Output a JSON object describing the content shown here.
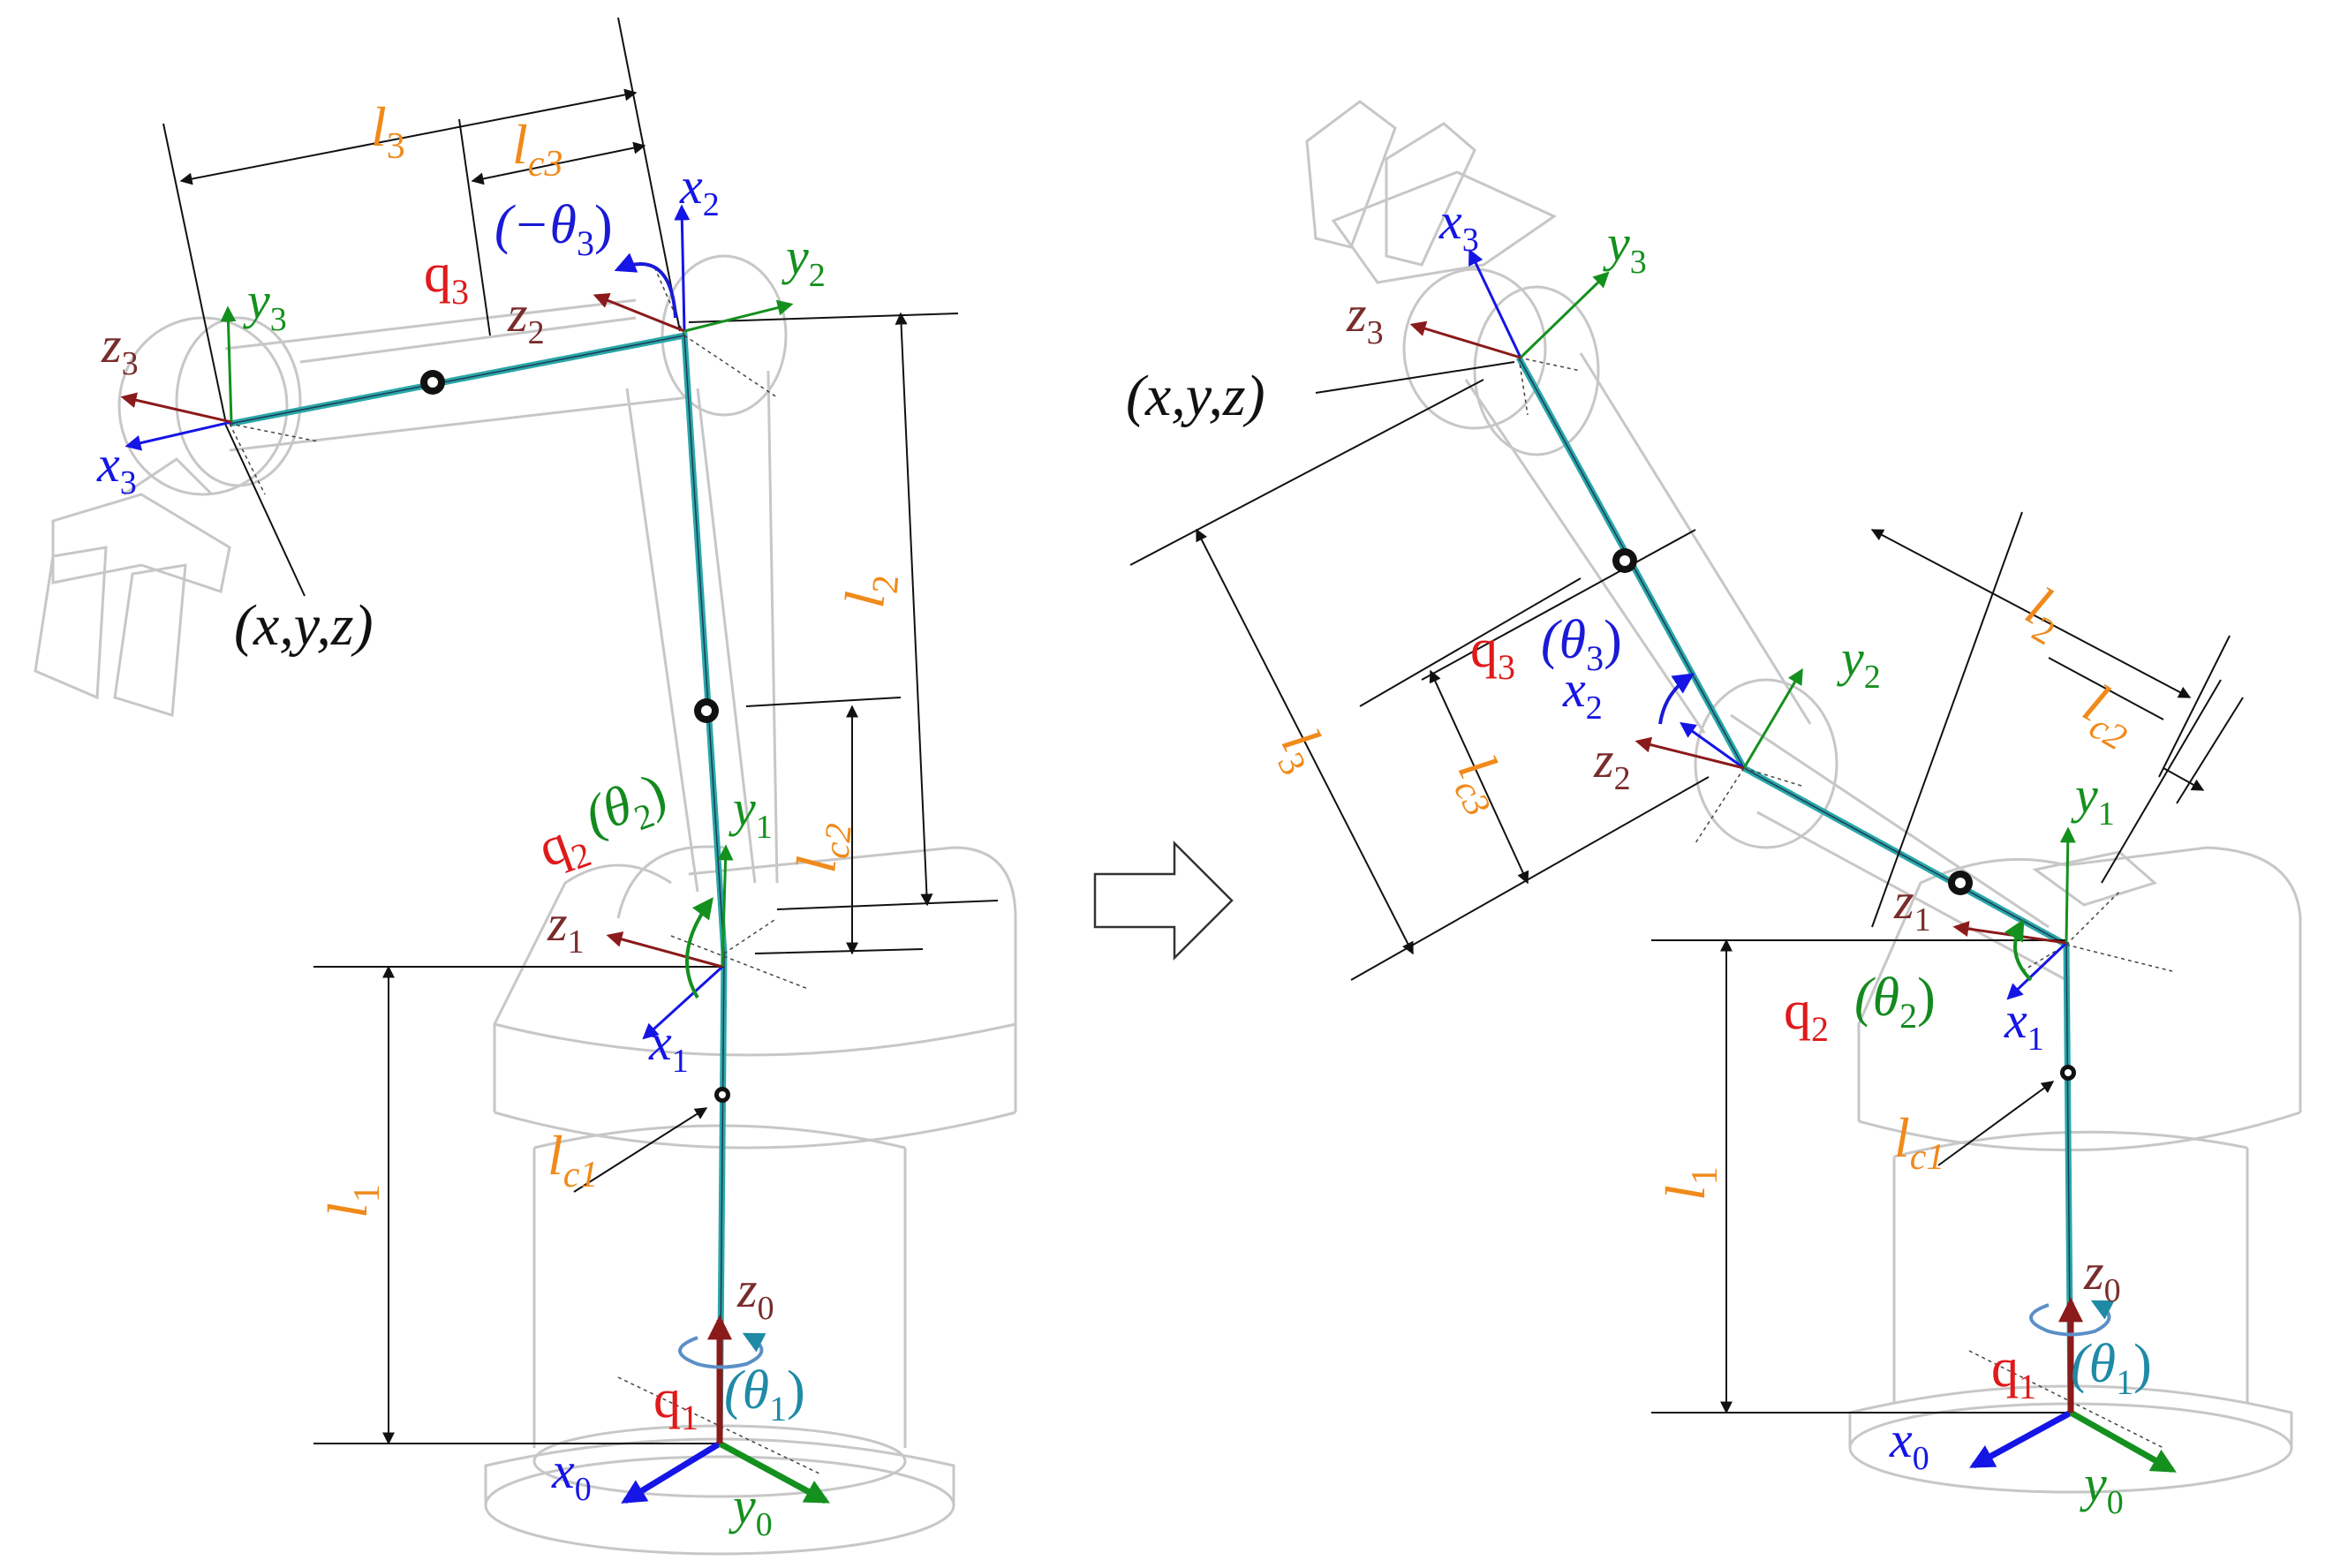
{
  "colors": {
    "x_axis": "#1515e6",
    "y_axis": "#14901e",
    "z_axis": "#8b1a1a",
    "z_label": "#7a2c2c",
    "q_label": "#e01a1a",
    "theta1": "#1f8aa6",
    "theta3": "#1a1ad6",
    "theta2": "#148a1e",
    "length_label": "#f08a1a",
    "link": "#2aa7a7",
    "ghost": "#c7c7c7",
    "dim": "#111111"
  },
  "left_robot": {
    "frames": {
      "x0": [
        "x",
        "0"
      ],
      "y0": [
        "y",
        "0"
      ],
      "z0": [
        "z",
        "0"
      ],
      "x1": [
        "x",
        "1"
      ],
      "y1": [
        "y",
        "1"
      ],
      "z1": [
        "z",
        "1"
      ],
      "x2": [
        "x",
        "2"
      ],
      "y2": [
        "y",
        "2"
      ],
      "z2": [
        "z",
        "2"
      ],
      "x3": [
        "x",
        "3"
      ],
      "y3": [
        "y",
        "3"
      ],
      "z3": [
        "z",
        "3"
      ]
    },
    "joints": {
      "q1": [
        "q",
        "1"
      ],
      "q2": [
        "q",
        "2"
      ],
      "q3": [
        "q",
        "3"
      ],
      "theta1": [
        "(θ",
        "1",
        ")"
      ],
      "theta2": [
        "(θ",
        "2",
        ")"
      ],
      "theta3": [
        "(−θ",
        "3",
        ")"
      ]
    },
    "lengths": {
      "l1": [
        "l",
        "1"
      ],
      "l2": [
        "l",
        "2"
      ],
      "l3": [
        "l",
        "3"
      ],
      "lc1": [
        "l",
        "c1"
      ],
      "lc2": [
        "l",
        "c2"
      ],
      "lc3": [
        "l",
        "c3"
      ]
    },
    "end_effector": "(x,y,z)"
  },
  "right_robot": {
    "frames": {
      "x0": [
        "x",
        "0"
      ],
      "y0": [
        "y",
        "0"
      ],
      "z0": [
        "z",
        "0"
      ],
      "x1": [
        "x",
        "1"
      ],
      "y1": [
        "y",
        "1"
      ],
      "z1": [
        "z",
        "1"
      ],
      "x2": [
        "x",
        "2"
      ],
      "y2": [
        "y",
        "2"
      ],
      "z2": [
        "z",
        "2"
      ],
      "x3": [
        "x",
        "3"
      ],
      "y3": [
        "y",
        "3"
      ],
      "z3": [
        "z",
        "3"
      ]
    },
    "joints": {
      "q1": [
        "q",
        "1"
      ],
      "q2": [
        "q",
        "2"
      ],
      "q3": [
        "q",
        "3"
      ],
      "theta1": [
        "(θ",
        "1",
        ")"
      ],
      "theta2": [
        "(θ",
        "2",
        ")"
      ],
      "theta3": [
        "(θ",
        "3",
        ")"
      ]
    },
    "lengths": {
      "l1": [
        "l",
        "1"
      ],
      "l2": [
        "l",
        "2"
      ],
      "l3": [
        "l",
        "3"
      ],
      "lc1": [
        "l",
        "c1"
      ],
      "lc2": [
        "l",
        "c2"
      ],
      "lc3": [
        "l",
        "c3"
      ]
    },
    "end_effector": "(x,y,z)"
  },
  "transition_icon": "right-arrow-outline"
}
